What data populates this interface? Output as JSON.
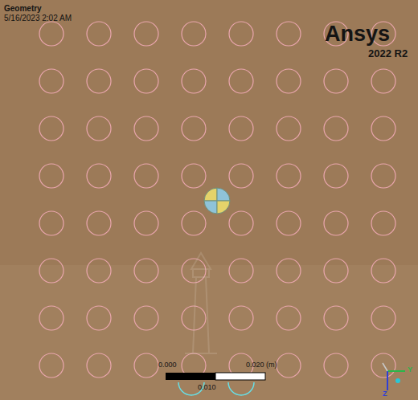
{
  "diagram": {
    "labels": [
      "Geometry",
      "5/16/2023 2:02 AM",
      "Ansys",
      "2022 R2",
      "0.000",
      "0.020 (m)",
      "0.010",
      "Y",
      "Z"
    ]
  }
}
